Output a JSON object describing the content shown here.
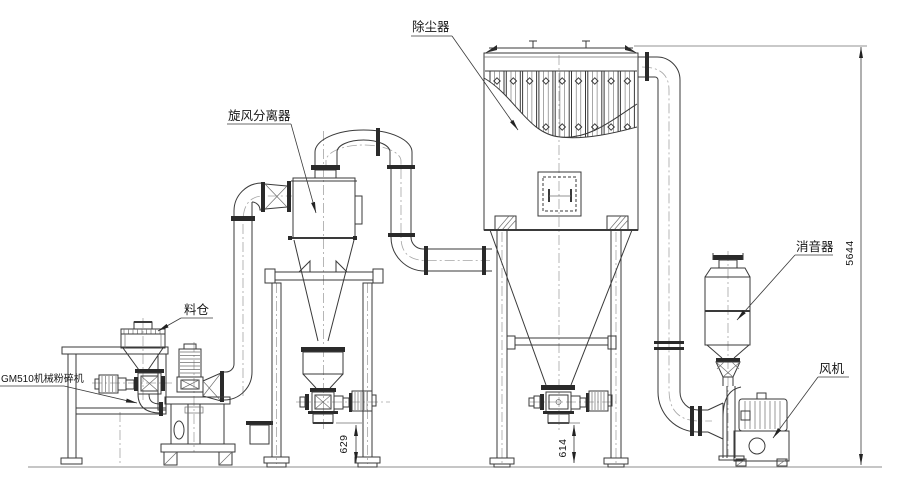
{
  "drawing": {
    "labels": {
      "dust_collector": "除尘器",
      "cyclone": "旋风分离器",
      "hopper": "料仓",
      "mill": "GM510机械粉碎机",
      "muffler": "消音器",
      "fan": "风机"
    },
    "dimensions": {
      "overall_height": "5644",
      "cyclone_outlet_height": "629",
      "collector_outlet_height": "614"
    },
    "colors": {
      "line": "#3a3a3a",
      "centerline": "#a5a5a5",
      "background": "#ffffff"
    }
  }
}
